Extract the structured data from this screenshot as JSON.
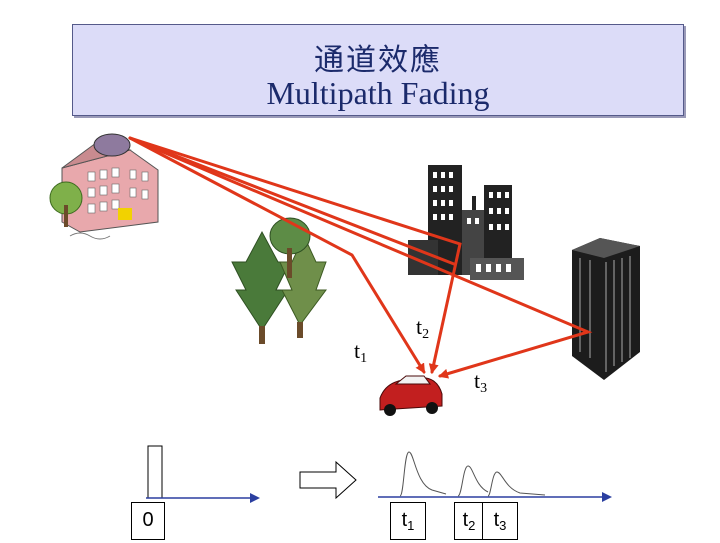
{
  "title": {
    "chinese": "通道效應",
    "english": "Multipath Fading"
  },
  "paths": {
    "t1": {
      "base": "t",
      "sub": "1"
    },
    "t2": {
      "base": "t",
      "sub": "2"
    },
    "t3": {
      "base": "t",
      "sub": "3"
    }
  },
  "signal_plot": {
    "origin_label": "0",
    "t1": {
      "base": "t",
      "sub": "1"
    },
    "t2": {
      "base": "t",
      "sub": "2"
    },
    "t3": {
      "base": "t",
      "sub": "3"
    }
  },
  "colors": {
    "path_red": "#e0361a",
    "title_bg": "#dcdcf8",
    "title_text": "#1b2a6b"
  },
  "icons": [
    "transmitter-building-icon",
    "trees-icon",
    "city-buildings-icon",
    "skyscraper-icon",
    "car-icon",
    "arrow-right-icon"
  ]
}
